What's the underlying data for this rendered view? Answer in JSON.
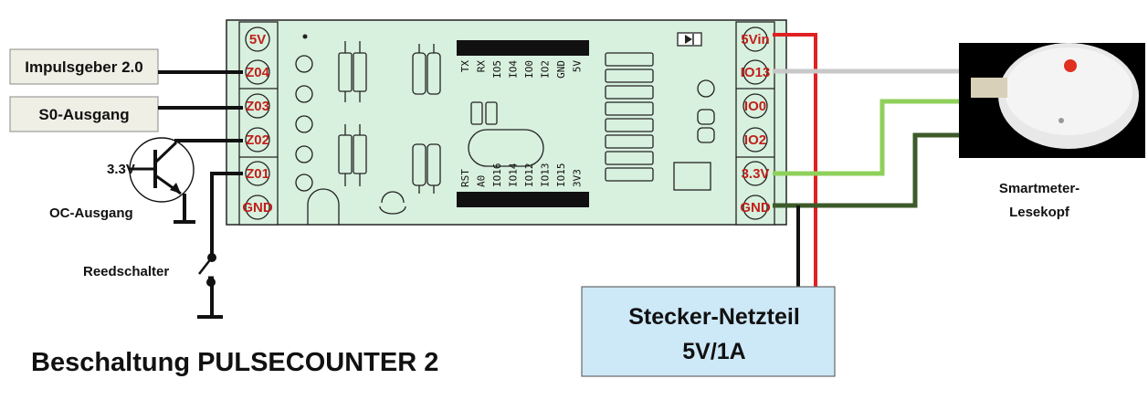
{
  "colors": {
    "board": "#d8f0de",
    "pin_text": "#c0201a",
    "wire_red": "#e02020",
    "wire_grey": "#c8c8c8",
    "wire_light_green": "#8fd05a",
    "wire_dark_green": "#3d5a2a",
    "wire_black": "#111111",
    "psu_fill": "#cde9f8",
    "input_box_fill": "#f0efe6"
  },
  "left_pins": [
    "5V",
    "Z04",
    "Z03",
    "Z02",
    "Z01",
    "GND"
  ],
  "right_pins": [
    "5Vin",
    "IO13",
    "IO0",
    "IO2",
    "3.3V",
    "GND"
  ],
  "silk_top": [
    "TX",
    "RX",
    "IO5",
    "IO4",
    "IO0",
    "IO2",
    "GND",
    "5V"
  ],
  "silk_bottom": [
    "RST",
    "A0",
    "IO16",
    "IO14",
    "IO12",
    "IO13",
    "IO15",
    "3V3"
  ],
  "inputs": {
    "impulsgeber": "Impulsgeber 2.0",
    "s0": "S0-Ausgang",
    "oc": "OC-Ausgang",
    "oc_voltage": "3.3V",
    "reed": "Reedschalter"
  },
  "sensor": {
    "line1": "Smartmeter-",
    "line2": "Lesekopf"
  },
  "power_supply": {
    "line1": "Stecker-Netzteil",
    "line2": "5V/1A"
  },
  "title": "Beschaltung PULSECOUNTER 2"
}
